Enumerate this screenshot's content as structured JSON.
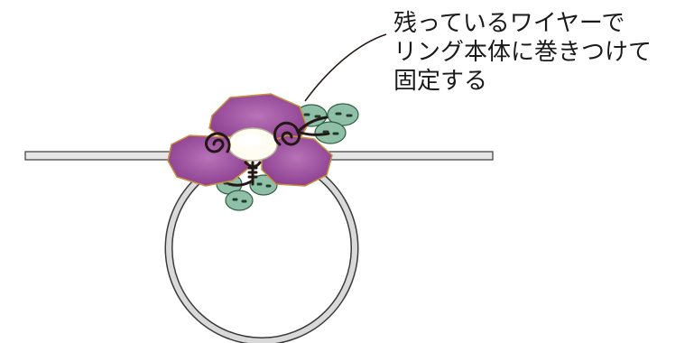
{
  "caption": {
    "lines": [
      "残っているワイヤーで",
      "リング本体に巻きつけて",
      "固定する"
    ]
  },
  "colors": {
    "petal_fill": "#9b4c9e",
    "petal_stroke": "#c8913a",
    "bead_fill": "#8fbfa6",
    "bead_dots": "#1e3a2e",
    "wire": "#231815",
    "ring_band": "#d9d9d9",
    "ring_outline": "#3a3a3a",
    "center_stone": "#fffdf2"
  }
}
